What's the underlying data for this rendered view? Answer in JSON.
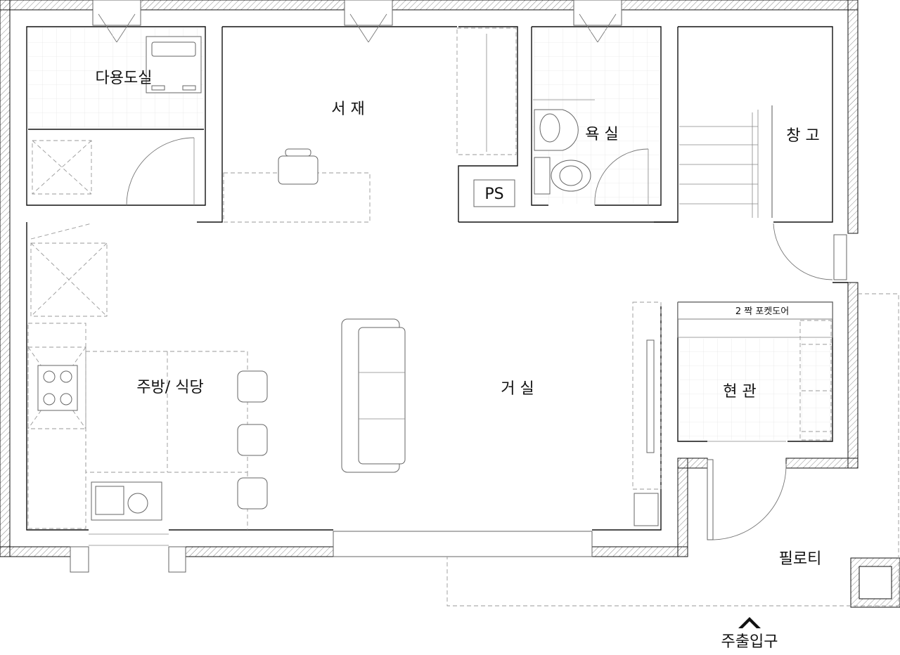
{
  "rooms": {
    "utility": "다용도실",
    "study": "서 재",
    "bathroom": "욕 실",
    "storage": "창 고",
    "kitchen": "주방/ 식당",
    "living": "거 실",
    "entrance": "현 관",
    "piloti": "필로티"
  },
  "labels": {
    "pipe_shaft": "PS",
    "pocket_door": "2 짝  포켓도어",
    "main_entrance": "주출입구"
  }
}
